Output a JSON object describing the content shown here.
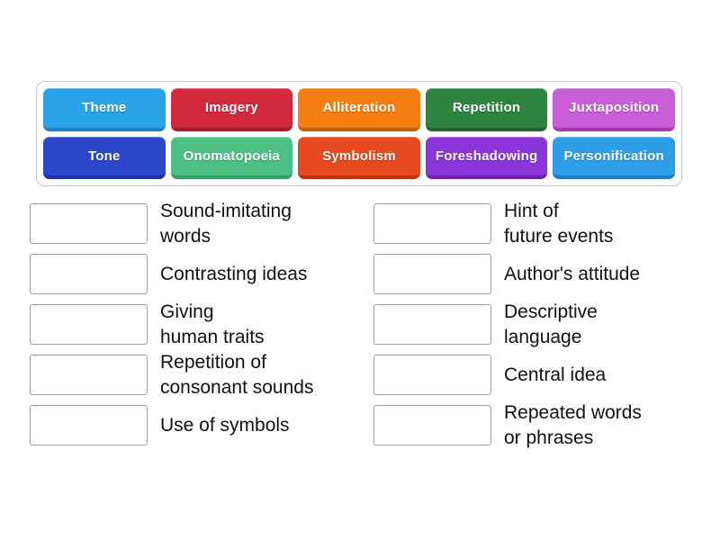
{
  "activity": {
    "type": "match-up",
    "panel_border_color": "#c6c6c6",
    "tiles": [
      {
        "label": "Theme",
        "color": "#2BA3E8",
        "edge": "#1B84C4"
      },
      {
        "label": "Imagery",
        "color": "#D2293C",
        "edge": "#A81C2D"
      },
      {
        "label": "Alliteration",
        "color": "#F57E14",
        "edge": "#C66208"
      },
      {
        "label": "Repetition",
        "color": "#2E8540",
        "edge": "#20642F"
      },
      {
        "label": "Juxtaposition",
        "color": "#C95FD6",
        "edge": "#A33BB3"
      },
      {
        "label": "Tone",
        "color": "#2B46C8",
        "edge": "#1D32A0"
      },
      {
        "label": "Onomatopoeia",
        "color": "#4EC086",
        "edge": "#379C68"
      },
      {
        "label": "Symbolism",
        "color": "#E64A1E",
        "edge": "#B93512"
      },
      {
        "label": "Foreshadowing",
        "color": "#8B35DB",
        "edge": "#6A22AF"
      },
      {
        "label": "Personification",
        "color": "#2E9EE8",
        "edge": "#1D7FC7"
      }
    ],
    "definitions": {
      "left": [
        {
          "line1": "Sound-imitating",
          "line2": "words"
        },
        {
          "line1": "Contrasting ideas",
          "line2": ""
        },
        {
          "line1": "Giving",
          "line2": "human traits"
        },
        {
          "line1": "Repetition of",
          "line2": "consonant sounds"
        },
        {
          "line1": "Use of symbols",
          "line2": ""
        }
      ],
      "right": [
        {
          "line1": "Hint of",
          "line2": "future events"
        },
        {
          "line1": "Author's attitude",
          "line2": ""
        },
        {
          "line1": "Descriptive",
          "line2": "language"
        },
        {
          "line1": "Central idea",
          "line2": ""
        },
        {
          "line1": "Repeated words",
          "line2": "or phrases"
        }
      ]
    }
  }
}
